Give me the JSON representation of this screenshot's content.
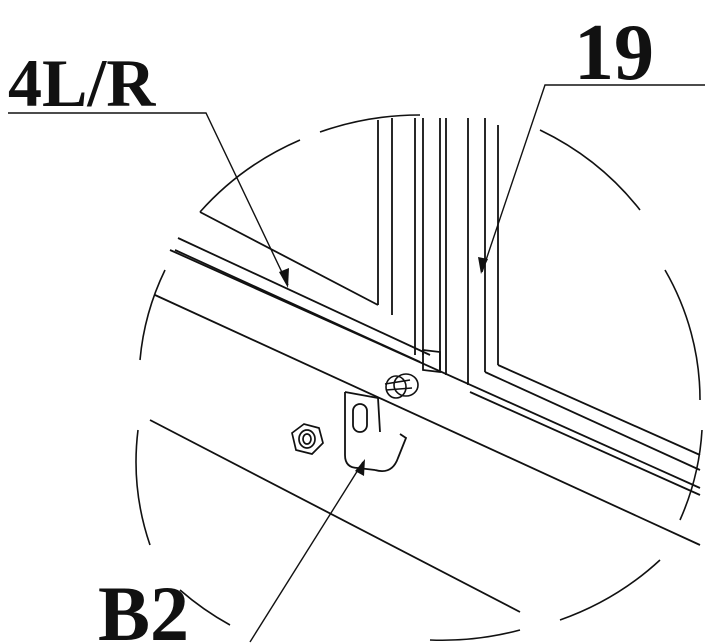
{
  "labels": {
    "part_4lr": "4L/R",
    "part_19": "19",
    "part_b2": "B2"
  },
  "colors": {
    "ink": "#111111",
    "background": "#ffffff"
  }
}
